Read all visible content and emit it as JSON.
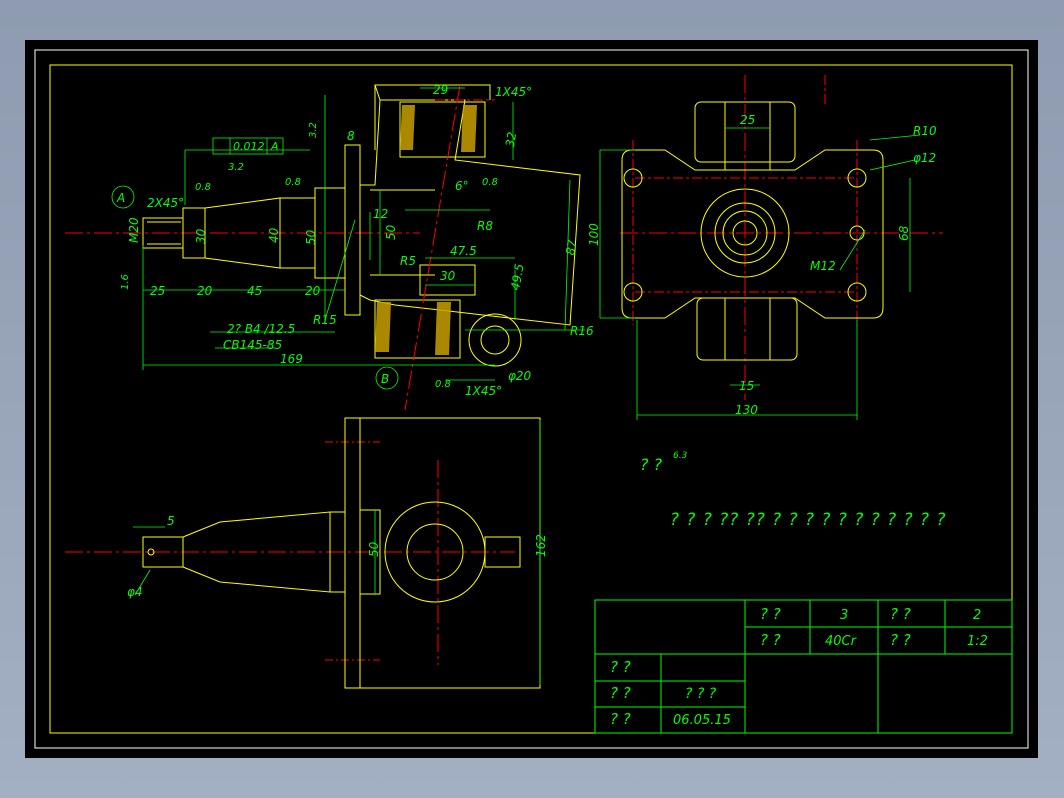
{
  "colors": {
    "background": "#000000",
    "frame": "#ffffff",
    "border": "#ffff00",
    "geometry": "#ffff00",
    "dimensions": "#00ff00",
    "centerlines": "#ff0000",
    "hatch": "#c8a000",
    "text": "#00ff00"
  },
  "dims": {
    "d29": "29",
    "d1x45_top": "1X45°",
    "d32": "32",
    "d8": "8",
    "d3_2a": "3.2",
    "d0_012": "0.012",
    "dA_ref": "A",
    "d3_2b": "3.2",
    "d0_8a": "0.8",
    "d0_8b": "0.8",
    "d6deg": "6°",
    "d0_8c": "0.8",
    "d2x45": "2X45°",
    "circleA": "A",
    "dM20": "M20",
    "d1_6": "1.6",
    "d25": "25",
    "d20a": "20",
    "d45": "45",
    "d20b": "20",
    "d30": "30",
    "d40": "40",
    "d50": "50",
    "d12": "12",
    "d50b": "50",
    "dR8": "R8",
    "d47_5": "47.5",
    "d87": "87",
    "d30b": "30",
    "d49_5": "49.5",
    "dR5": "R5",
    "dR15": "R15",
    "dR16": "R16",
    "d169": "169",
    "note1": "2? B4 /12.5",
    "note2": "CB145-85",
    "circleB": "B",
    "d0_8d": "0.8",
    "d1x45_bot": "1X45°",
    "dphi20": "φ20",
    "d25r": "25",
    "dR10": "R10",
    "dphi12": "φ12",
    "d100": "100",
    "d68": "68",
    "dM12": "M12",
    "d15": "15",
    "d130": "130",
    "d5": "5",
    "dphi4": "φ4",
    "d50c": "50",
    "d162": "162"
  },
  "notes": {
    "roughness_other": "? ?",
    "roughness_value": "6.3",
    "tech_requirement": "? ? ? ?? ?? ? ? ? ? ? ? ? ? ? ? ?"
  },
  "title_block": {
    "r1": [
      "? ?",
      "3",
      "? ?",
      "2"
    ],
    "r2": [
      "? ?",
      "40Cr",
      "? ?",
      "1:2"
    ],
    "left": [
      [
        "? ?",
        ""
      ],
      [
        "? ?",
        "? ? ?"
      ],
      [
        "? ?",
        "06.05.15"
      ]
    ]
  }
}
